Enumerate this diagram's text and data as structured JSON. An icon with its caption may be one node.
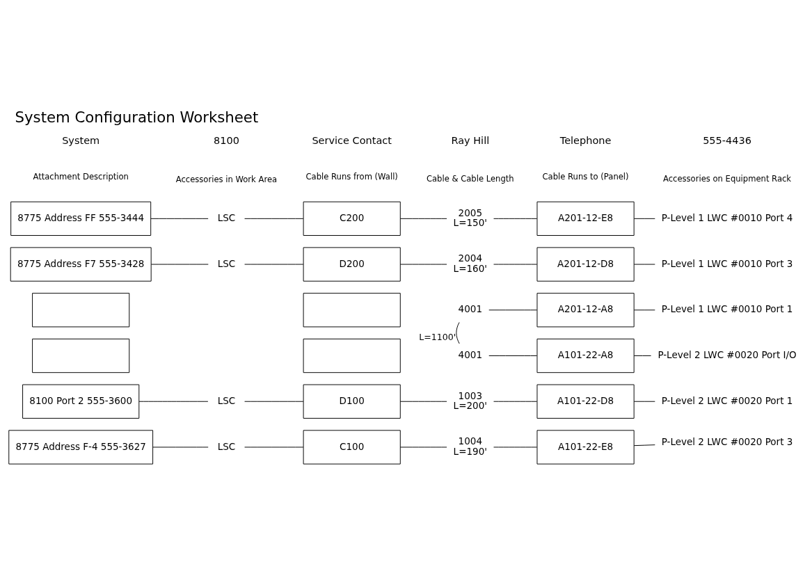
{
  "diagram": {
    "title": "System Configuration Worksheet",
    "nodes": [
      {
        "text": [
          "8775 Address FF 555-3444"
        ]
      },
      {
        "text": [
          "LSC"
        ]
      },
      {
        "text": [
          "C200"
        ]
      },
      {
        "text": [
          "2005",
          "L=150'"
        ]
      },
      {
        "text": [
          "A201-12-E8"
        ]
      },
      {
        "text": [
          "P-Level 1 LWC #0010 Port 4"
        ]
      },
      {
        "text": [
          "8775 Address F7 555-3428"
        ]
      },
      {
        "text": [
          "LSC"
        ]
      },
      {
        "text": [
          "D200"
        ]
      },
      {
        "text": [
          "2004",
          "L=160'"
        ]
      },
      {
        "text": [
          "A201-12-D8"
        ]
      },
      {
        "text": [
          "P-Level 1 LWC #0010 Port 3"
        ]
      },
      {
        "text": [],
        "shape": "box"
      },
      {
        "text": [],
        "shape": "box"
      },
      {
        "text": [
          "4001"
        ]
      },
      {
        "text": [
          "A201-12-A8"
        ]
      },
      {
        "text": [
          "P-Level 1 LWC #0010 Port 1"
        ]
      },
      {
        "text": [],
        "shape": "box"
      },
      {
        "text": [],
        "shape": "box"
      },
      {
        "text": [
          "4001"
        ]
      },
      {
        "text": [
          "A101-22-A8"
        ]
      },
      {
        "text": [
          "P-Level 2 LWC #0020 Port I/O"
        ]
      },
      {
        "text": [
          "8100 Port 2 555-3600"
        ]
      },
      {
        "text": [
          "LSC"
        ]
      },
      {
        "text": [
          "D100"
        ]
      },
      {
        "text": [
          "1003",
          "L=200'"
        ]
      },
      {
        "text": [
          "A101-22-D8"
        ]
      },
      {
        "text": [
          "P-Level 2 LWC #0020 Port 1"
        ]
      },
      {
        "text": [
          "8775 Address F-4 555-3627"
        ]
      },
      {
        "text": [
          "LSC"
        ]
      },
      {
        "text": [
          "C100"
        ]
      },
      {
        "text": [
          "1004",
          "L=190'"
        ]
      },
      {
        "text": [
          "A101-22-E8"
        ]
      },
      {
        "text": [
          "P-Level 2 LWC #0020 Port 3"
        ]
      }
    ],
    "edges": [
      {
        "from": 0,
        "to": 1,
        "arrow": "none"
      },
      {
        "from": 1,
        "to": 2,
        "arrow": "none"
      },
      {
        "from": 2,
        "to": 3,
        "arrow": "none"
      },
      {
        "from": 3,
        "to": 4,
        "arrow": "none"
      },
      {
        "from": 4,
        "to": 5,
        "arrow": "none"
      },
      {
        "from": 6,
        "to": 7,
        "arrow": "none"
      },
      {
        "from": 7,
        "to": 8,
        "arrow": "none"
      },
      {
        "from": 8,
        "to": 9,
        "arrow": "none"
      },
      {
        "from": 9,
        "to": 10,
        "arrow": "none"
      },
      {
        "from": 10,
        "to": 11,
        "arrow": "none"
      },
      {
        "from": 14,
        "to": 19,
        "arrow": "none",
        "label": "L=1100'"
      },
      {
        "from": 14,
        "to": 15,
        "arrow": "none"
      },
      {
        "from": 15,
        "to": 16,
        "arrow": "none"
      },
      {
        "from": 19,
        "to": 20,
        "arrow": "none"
      },
      {
        "from": 20,
        "to": 21,
        "arrow": "none"
      },
      {
        "from": 22,
        "to": 23,
        "arrow": "none"
      },
      {
        "from": 23,
        "to": 24,
        "arrow": "none"
      },
      {
        "from": 24,
        "to": 25,
        "arrow": "none"
      },
      {
        "from": 25,
        "to": 26,
        "arrow": "none"
      },
      {
        "from": 26,
        "to": 27,
        "arrow": "none"
      },
      {
        "from": 28,
        "to": 29,
        "arrow": "none"
      },
      {
        "from": 29,
        "to": 30,
        "arrow": "none"
      },
      {
        "from": 30,
        "to": 31,
        "arrow": "none"
      },
      {
        "from": 31,
        "to": 32,
        "arrow": "none"
      },
      {
        "from": 32,
        "to": 33,
        "arrow": "none"
      }
    ],
    "labels": [
      "System",
      "8100",
      "Service Contact",
      "Ray Hill",
      "Telephone",
      "555-4436",
      "Attachment Description",
      "Accessories in Work Area",
      "Cable Runs from (Wall)",
      "Cable & Cable Length",
      "Cable Runs to (Panel)",
      "Accessories on Equipment Rack"
    ]
  }
}
